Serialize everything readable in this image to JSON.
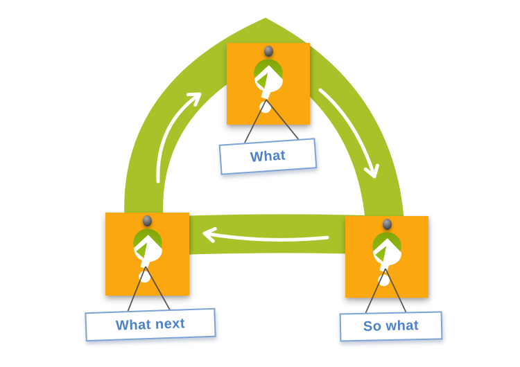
{
  "diagram": {
    "type": "cycle",
    "direction": "clockwise",
    "nodes": [
      {
        "id": "what",
        "label": "What",
        "position": "top",
        "icon": "question-mark-icon",
        "pin": "push-pin-icon"
      },
      {
        "id": "so-what",
        "label": "So what",
        "position": "bottom-right",
        "icon": "question-mark-icon",
        "pin": "push-pin-icon"
      },
      {
        "id": "what-next",
        "label": "What next",
        "position": "bottom-left",
        "icon": "question-mark-icon",
        "pin": "push-pin-icon"
      }
    ],
    "arrows": [
      {
        "id": "arrow-left-side",
        "direction": "up-toward-apex"
      },
      {
        "id": "arrow-right-side",
        "direction": "down-toward-bottom-right"
      },
      {
        "id": "arrow-bottom",
        "direction": "left-toward-bottom-left"
      }
    ]
  },
  "colors": {
    "band": "#a8c32a",
    "note": "#fba70f",
    "icon_green_top": "#80a40a",
    "icon_green_bottom": "#97c513",
    "label_text": "#4e82c8",
    "label_border": "#7ba3d6",
    "string": "#4a4a4a",
    "arrow": "#ffffff",
    "pin": "#5f5f5f"
  }
}
